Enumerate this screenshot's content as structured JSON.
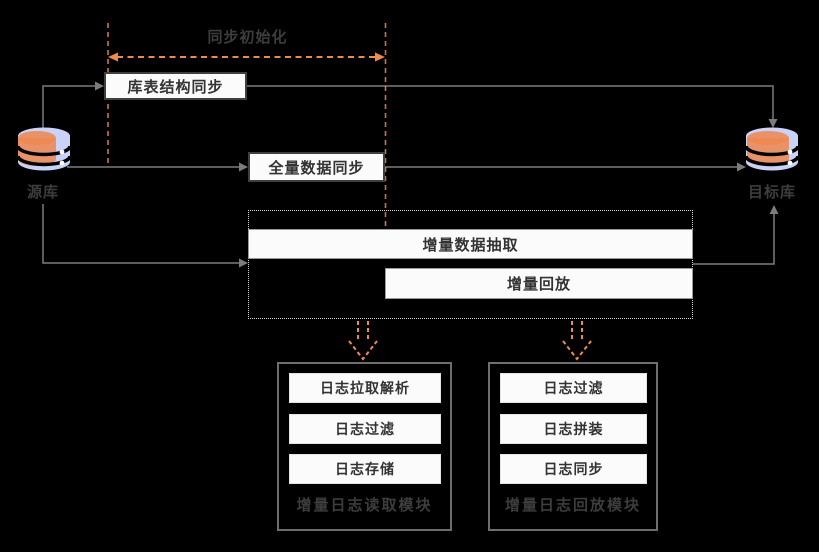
{
  "diagram": {
    "phase_label": "同步初始化",
    "source_db": {
      "label": "源库",
      "icon": "database-cylinder-icon"
    },
    "target_db": {
      "label": "目标库",
      "icon": "database-cylinder-icon"
    },
    "flow": {
      "schema_sync": "库表结构同步",
      "full_sync": "全量数据同步",
      "incremental_extract": "增量数据抽取",
      "incremental_replay": "增量回放"
    },
    "reader_module": {
      "title": "增量日志读取模块",
      "steps": [
        "日志拉取解析",
        "日志过滤",
        "日志存储"
      ]
    },
    "replay_module": {
      "title": "增量日志回放模块",
      "steps": [
        "日志过滤",
        "日志拼装",
        "日志同步"
      ]
    },
    "colors": {
      "background": "#000000",
      "accent_orange": "#ee8a50",
      "connector_gray": "#7c7c7c",
      "box_fill": "#fbfbfb",
      "box_border_dark": "#3f3f3f",
      "box_border_light": "#9a9a9a",
      "module_border": "#6e6e6e",
      "outer_label_text": "#3d3d3d",
      "box_text": "#333333",
      "db_blue": "#c9d2f7",
      "db_orange": "#ef8750"
    }
  }
}
